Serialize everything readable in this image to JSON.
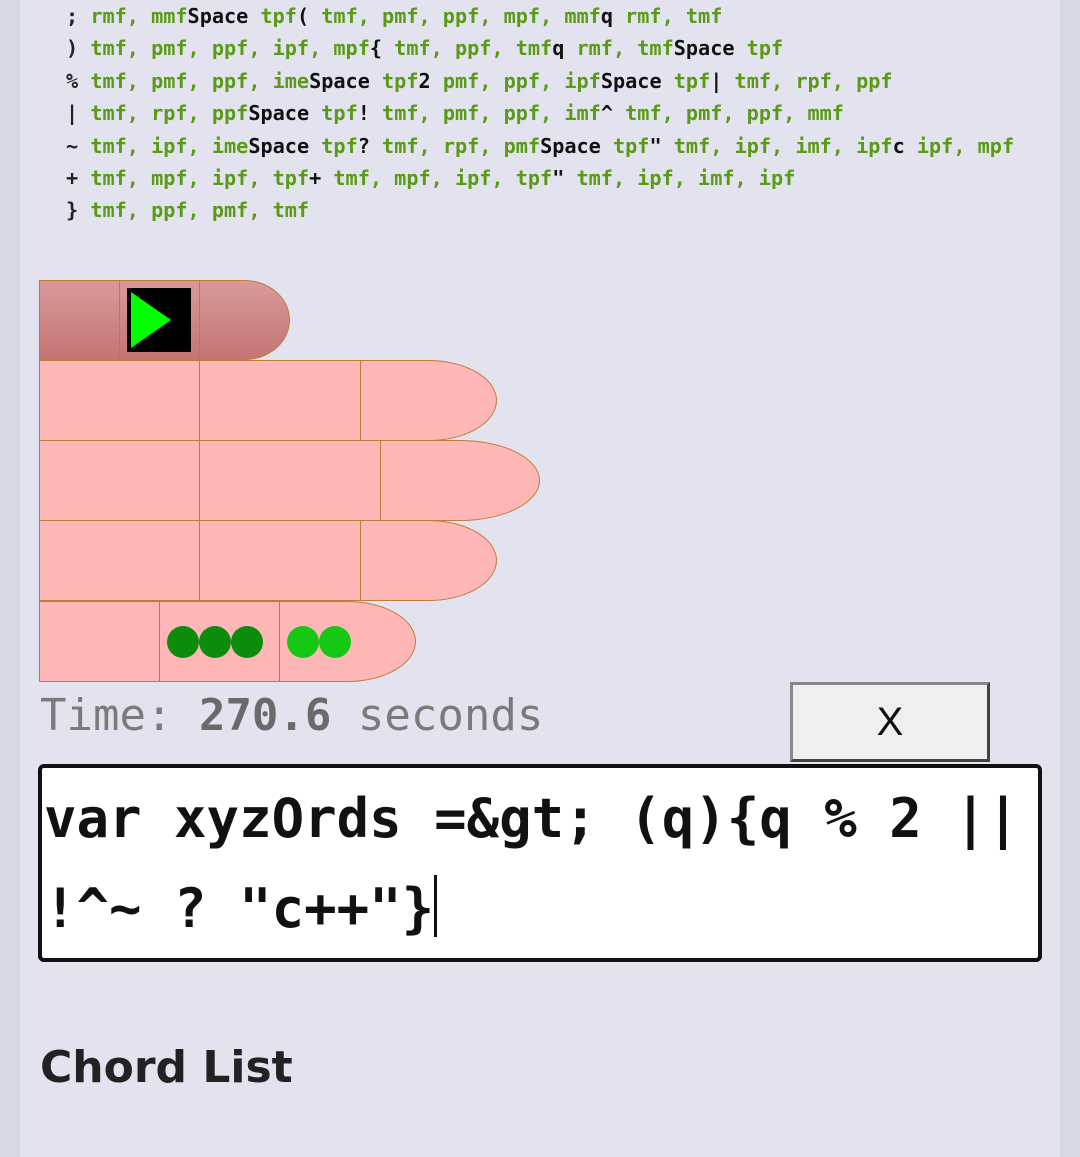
{
  "chords": [
    [
      [
        "k",
        "; "
      ],
      [
        "g",
        "rmf, mmf"
      ],
      [
        "b",
        "Space "
      ],
      [
        "g",
        "tpf"
      ],
      [
        "b",
        "( "
      ],
      [
        "g",
        "tmf, pmf, ppf, mpf, mmf"
      ],
      [
        "b",
        "q "
      ],
      [
        "g",
        "rmf, tmf"
      ]
    ],
    [
      [
        "k",
        ") "
      ],
      [
        "g",
        "tmf, pmf, ppf, ipf, mpf"
      ],
      [
        "b",
        "{ "
      ],
      [
        "g",
        "tmf, ppf, tmf"
      ],
      [
        "b",
        "q "
      ],
      [
        "g",
        "rmf, tmf"
      ],
      [
        "b",
        "Space "
      ],
      [
        "g",
        "tpf"
      ]
    ],
    [
      [
        "k",
        "% "
      ],
      [
        "g",
        "tmf, pmf, ppf, ime"
      ],
      [
        "b",
        "Space "
      ],
      [
        "g",
        "tpf"
      ],
      [
        "b",
        "2 "
      ],
      [
        "g",
        "pmf, ppf, ipf"
      ],
      [
        "b",
        "Space "
      ],
      [
        "g",
        "tpf"
      ],
      [
        "b",
        "| "
      ],
      [
        "g",
        "tmf, rpf, ppf"
      ]
    ],
    [
      [
        "k",
        "| "
      ],
      [
        "g",
        "tmf, rpf, ppf"
      ],
      [
        "b",
        "Space "
      ],
      [
        "g",
        "tpf"
      ],
      [
        "b",
        "! "
      ],
      [
        "g",
        "tmf, pmf, ppf, imf"
      ],
      [
        "b",
        "^ "
      ],
      [
        "g",
        "tmf, pmf, ppf, mmf"
      ]
    ],
    [
      [
        "k",
        "~ "
      ],
      [
        "g",
        "tmf, ipf, ime"
      ],
      [
        "b",
        "Space "
      ],
      [
        "g",
        "tpf"
      ],
      [
        "b",
        "? "
      ],
      [
        "g",
        "tmf, rpf, pmf"
      ],
      [
        "b",
        "Space "
      ],
      [
        "g",
        "tpf"
      ],
      [
        "b",
        "\" "
      ],
      [
        "g",
        "tmf, ipf, imf, ipf"
      ],
      [
        "b",
        "c "
      ],
      [
        "g",
        "ipf, mpf"
      ]
    ],
    [
      [
        "k",
        "+ "
      ],
      [
        "g",
        "tmf, mpf, ipf, tpf"
      ],
      [
        "b",
        "+ "
      ],
      [
        "g",
        "tmf, mpf, ipf, tpf"
      ],
      [
        "b",
        "\" "
      ],
      [
        "g",
        "tmf, ipf, imf, ipf"
      ]
    ],
    [
      [
        "k",
        "} "
      ],
      [
        "g",
        "tmf, ppf, pmf, tmf"
      ]
    ]
  ],
  "timer": {
    "label": "Time: ",
    "value": "270.6",
    "unit": " seconds"
  },
  "close_button": "X",
  "editor_text": "var xyzOrds =&gt; (q){q % 2 || !^~ ? \"c++\"}",
  "section_title": "Chord List",
  "icons": {
    "play": "play-icon",
    "dot": "dot-indicator"
  },
  "colors": {
    "key": "#ffb6b6",
    "key_border": "#c07b3a",
    "chord_green": "#5a9a14",
    "play_green": "#00ff00"
  }
}
